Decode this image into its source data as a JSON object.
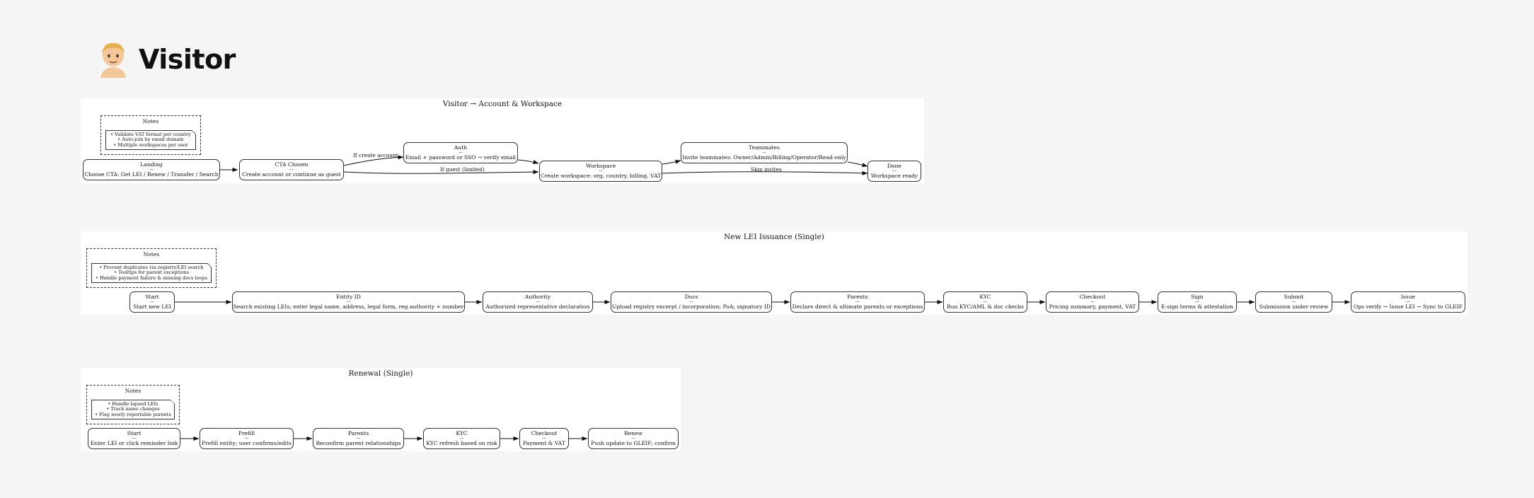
{
  "page": {
    "title": "Visitor",
    "avatar_icon": "person-emoji"
  },
  "flows": {
    "account": {
      "title": "Visitor → Account & Workspace",
      "notes": {
        "title": "Notes",
        "items": [
          "• Validate VAT format per country",
          "• Auto-join by email domain",
          "• Multiple workspaces per user"
        ]
      },
      "nodes": {
        "landing": {
          "title": "Landing",
          "sep": "—",
          "desc": "Choose CTA: Get LEI / Renew / Transfer / Search"
        },
        "cta": {
          "title": "CTA Chosen",
          "sep": "—",
          "desc": "Create account or continue as guest"
        },
        "auth": {
          "title": "Auth",
          "sep": "—",
          "desc": "Email + password or SSO → verify email"
        },
        "workspace": {
          "title": "Workspace",
          "sep": "—",
          "desc": "Create workspace: org, country, billing, VAT"
        },
        "teammates": {
          "title": "Teammates",
          "sep": "—",
          "desc": "Invite teammates: Owner/Admin/Billing/Operator/Read-only"
        },
        "done": {
          "title": "Done",
          "sep": "—",
          "desc": "Workspace ready"
        }
      },
      "edges": {
        "if_create": "If create account",
        "if_guest": "If guest (limited)",
        "skip": "Skip invites"
      }
    },
    "issuance": {
      "title": "New LEI Issuance (Single)",
      "notes": {
        "title": "Notes",
        "items": [
          "• Prevent duplicates via registry/LEI search",
          "• Tooltips for parent exceptions",
          "• Handle payment failure & missing docs loops"
        ]
      },
      "nodes": {
        "start": {
          "title": "Start",
          "sep": "—",
          "desc": "Start new LEI"
        },
        "entity": {
          "title": "Entity ID",
          "sep": "—",
          "desc": "Search existing LEIs; enter legal name, address, legal form, reg authority + number"
        },
        "authority": {
          "title": "Authority",
          "sep": "—",
          "desc": "Authorized representative declaration"
        },
        "docs": {
          "title": "Docs",
          "sep": "—",
          "desc": "Upload registry excerpt / incorporation; PoA; signatory ID"
        },
        "parents": {
          "title": "Parents",
          "sep": "—",
          "desc": "Declare direct & ultimate parents or exceptions"
        },
        "kyc": {
          "title": "KYC",
          "sep": "—",
          "desc": "Run KYC/AML & doc checks"
        },
        "checkout": {
          "title": "Checkout",
          "sep": "—",
          "desc": "Pricing summary, payment, VAT"
        },
        "sign": {
          "title": "Sign",
          "sep": "—",
          "desc": "E-sign terms & attestation"
        },
        "submit": {
          "title": "Submit",
          "sep": "—",
          "desc": "Submission under review"
        },
        "issue": {
          "title": "Issue",
          "sep": "—",
          "desc": "Ops verify → Issue LEI → Sync to GLEIF"
        }
      }
    },
    "renewal": {
      "title": "Renewal (Single)",
      "notes": {
        "title": "Notes",
        "items": [
          "• Handle lapsed LEIs",
          "• Track name changes",
          "• Flag newly reportable parents"
        ]
      },
      "nodes": {
        "start": {
          "title": "Start",
          "sep": "—",
          "desc": "Enter LEI or click reminder link"
        },
        "prefill": {
          "title": "Prefill",
          "sep": "—",
          "desc": "Prefill entity; user confirms/edits"
        },
        "parents": {
          "title": "Parents",
          "sep": "—",
          "desc": "Reconfirm parent relationships"
        },
        "kyc": {
          "title": "KYC",
          "sep": "—",
          "desc": "KYC refresh based on risk"
        },
        "checkout": {
          "title": "Checkout",
          "sep": "—",
          "desc": "Payment & VAT"
        },
        "renew": {
          "title": "Renew",
          "sep": "—",
          "desc": "Push update to GLEIF; confirm"
        }
      }
    }
  }
}
